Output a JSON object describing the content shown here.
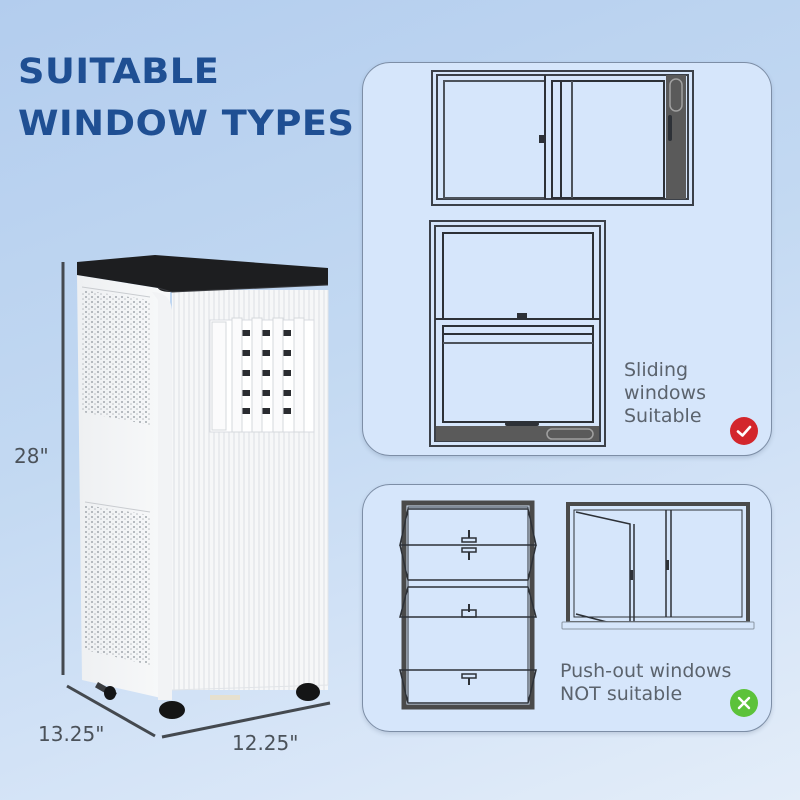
{
  "title": {
    "line1": "SUITABLE",
    "line2": "WINDOW TYPES",
    "color": "#1f4f93"
  },
  "product": {
    "name": "portable-air-conditioner",
    "dimensions": {
      "height": "28\"",
      "depth": "13.25\"",
      "width": "12.25\""
    }
  },
  "panels": {
    "suitable": {
      "caption_line1": "Sliding",
      "caption_line2": "windows",
      "caption_line3": "Suitable",
      "badge_icon": "check-icon",
      "badge_color": "#d3262c",
      "illustrations": [
        "horizontal-sliding-window",
        "vertical-sliding-window"
      ]
    },
    "not_suitable": {
      "caption_line1": "Push-out windows",
      "caption_line2": "NOT suitable",
      "badge_icon": "close-icon",
      "badge_color": "#5cc23a",
      "illustrations": [
        "awning-push-out-window",
        "casement-push-out-window"
      ]
    }
  },
  "colors": {
    "panel_bg": "#d6e6fb",
    "panel_border": "#7d8ea6",
    "line_dark": "#2f343a",
    "frame_gray": "#5a5a5a",
    "caption_text": "#5b636d"
  }
}
